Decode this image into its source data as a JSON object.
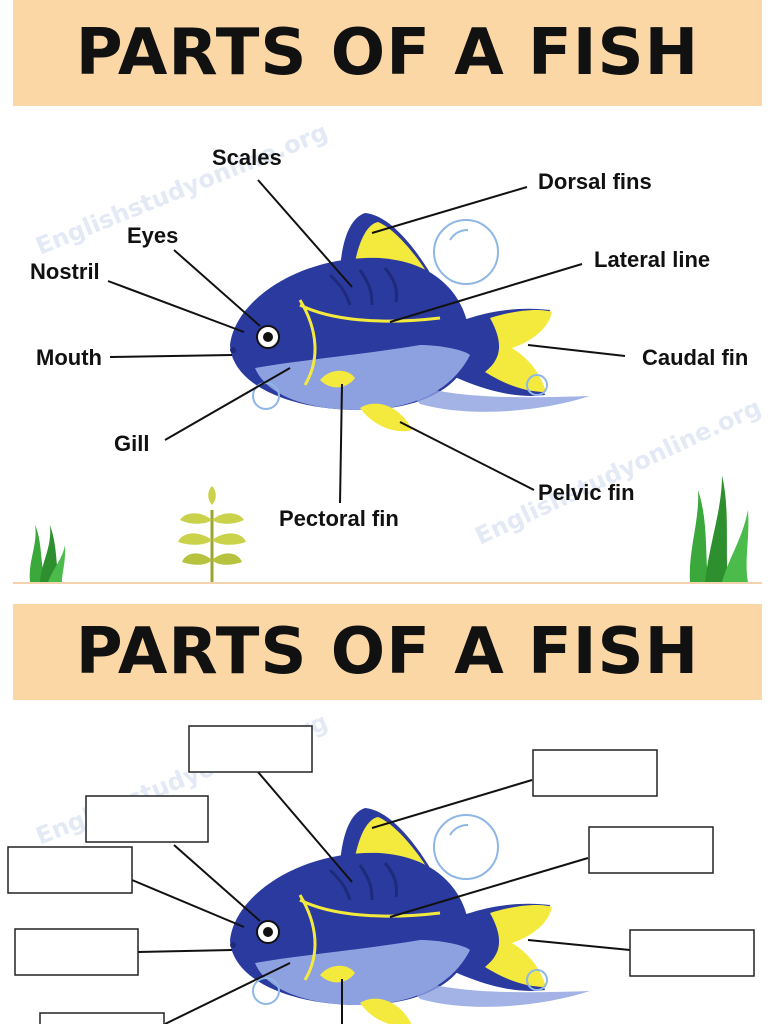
{
  "title": "PARTS OF A FISH",
  "watermark": "Englishstudyonline.org",
  "labels": {
    "scales": "Scales",
    "dorsal_fins": "Dorsal fins",
    "eyes": "Eyes",
    "lateral_line": "Lateral line",
    "nostril": "Nostril",
    "mouth": "Mouth",
    "caudal_fin": "Caudal fin",
    "gill": "Gill",
    "pelvic_fin": "Pelvic fin",
    "pectoral_fin": "Pectoral fin"
  },
  "colors": {
    "banner": "#fcd7a6",
    "fish_body": "#2b3a9e",
    "fish_belly": "#8da0e0",
    "fins": "#f4ea3e",
    "seaweed": "#3aa83a"
  }
}
